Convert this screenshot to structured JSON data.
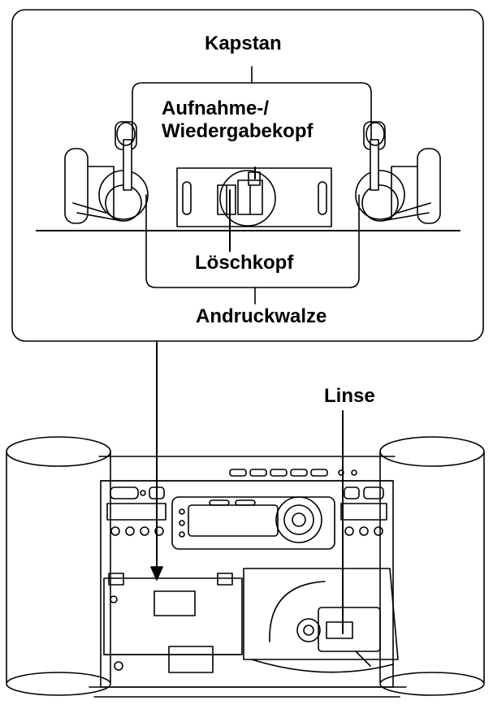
{
  "labels": {
    "capstan": "Kapstan",
    "head_line1": "Aufnahme-/",
    "head_line2": "Wiedergabekopf",
    "erase_head": "Löschkopf",
    "pinch_roller": "Andruckwalze",
    "lens": "Linse"
  }
}
